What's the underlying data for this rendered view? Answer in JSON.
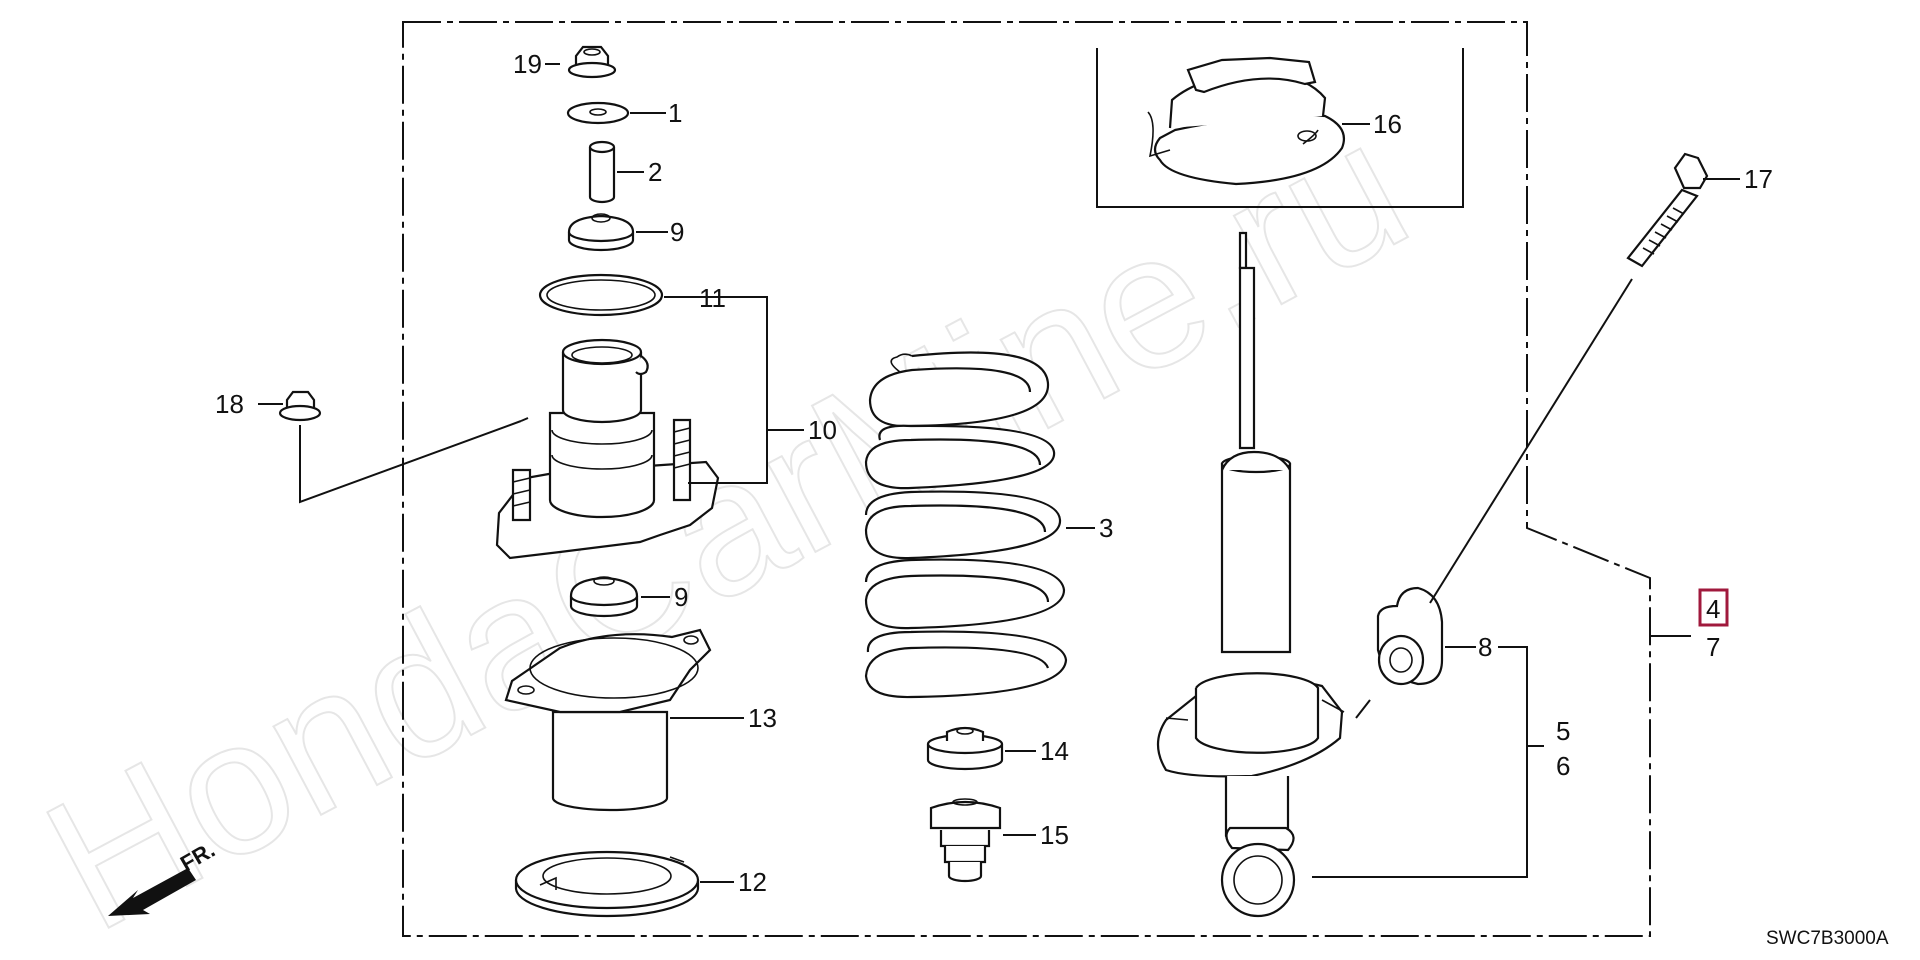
{
  "watermark": "HondaCarMine.ru",
  "diagram_code": "SWC7B3000A",
  "front_indicator": "FR.",
  "highlight_color": "#a0193c",
  "callouts": {
    "p1": "1",
    "p2": "2",
    "p3": "3",
    "p4": "4",
    "p5": "5",
    "p6": "6",
    "p7": "7",
    "p8": "8",
    "p9a": "9",
    "p9b": "9",
    "p10": "10",
    "p11": "11",
    "p12": "12",
    "p13": "13",
    "p14": "14",
    "p15": "15",
    "p16": "16",
    "p17": "17",
    "p18": "18",
    "p19": "19"
  }
}
